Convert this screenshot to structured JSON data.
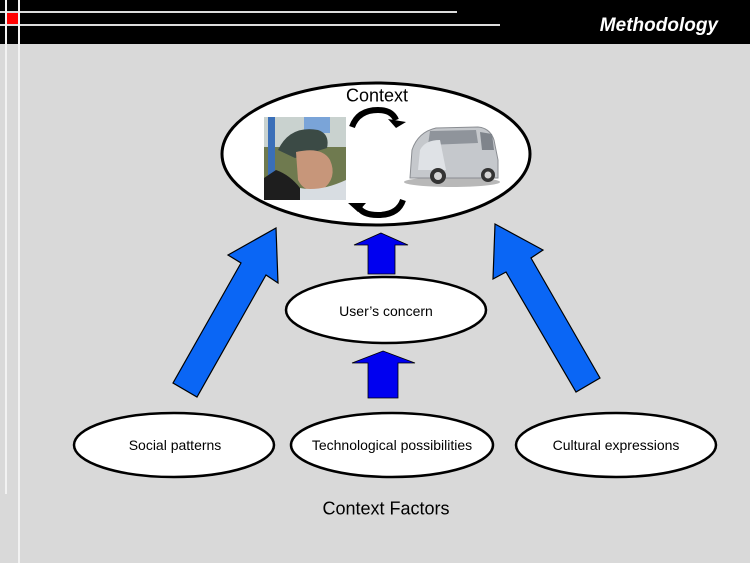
{
  "header": {
    "title": "Methodology"
  },
  "diagram": {
    "context": {
      "label": "Context",
      "images": [
        {
          "name": "person-photo",
          "description": "man wearing cap"
        },
        {
          "name": "car-image",
          "description": "small silver concept car"
        }
      ]
    },
    "center_node": "User’s concern",
    "factors": [
      "Social patterns",
      "Technological possibilities",
      "Cultural expressions"
    ],
    "footer_label": "Context Factors"
  },
  "colors": {
    "header_bg": "#000000",
    "accent_red": "#ff0000",
    "background": "#d9d9d9",
    "big_arrow_blue": "#0a66f5",
    "small_arrow_blue": "#0000f0"
  }
}
